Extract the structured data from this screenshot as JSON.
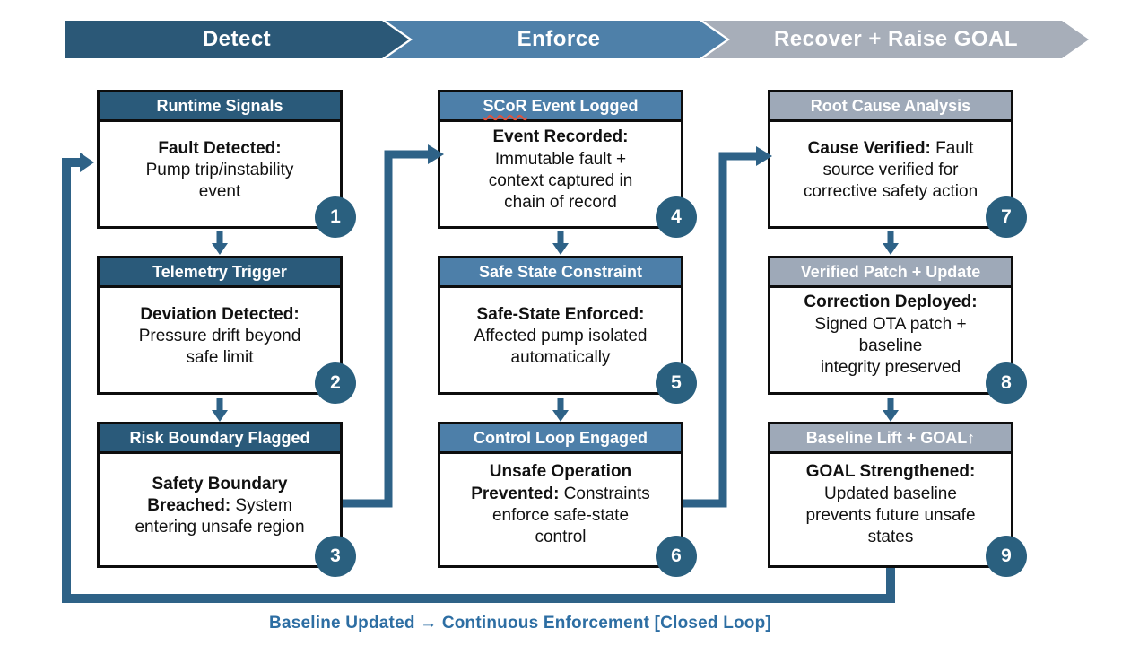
{
  "header": {
    "stages": [
      {
        "label": "Detect",
        "color": "#2b5877"
      },
      {
        "label": "Enforce",
        "color": "#4e80a9"
      },
      {
        "label": "Recover + Raise GOAL",
        "color": "#a7aeb9"
      }
    ]
  },
  "columns": [
    {
      "stage": "Detect",
      "boxes": [
        {
          "number": "1",
          "title": "Runtime Signals",
          "bold": "Fault Detected:",
          "text": "\nPump trip/instability\nevent"
        },
        {
          "number": "2",
          "title": "Telemetry Trigger",
          "bold": "Deviation Detected:",
          "text": "\nPressure drift beyond\nsafe limit"
        },
        {
          "number": "3",
          "title": "Risk Boundary Flagged",
          "bold": "Safety Boundary\nBreached:",
          "text": " System\nentering unsafe region"
        }
      ]
    },
    {
      "stage": "Enforce",
      "boxes": [
        {
          "number": "4",
          "title_prefix": "SCoR",
          "title_rest": " Event Logged",
          "bold": "Event Recorded:",
          "text": "\nImmutable fault +\ncontext captured in\nchain of record"
        },
        {
          "number": "5",
          "title": "Safe State Constraint",
          "bold": "Safe-State Enforced:",
          "text": "\nAffected pump isolated\nautomatically"
        },
        {
          "number": "6",
          "title": "Control Loop Engaged",
          "bold": "Unsafe Operation\nPrevented:",
          "text": " Constraints\nenforce safe-state\ncontrol"
        }
      ]
    },
    {
      "stage": "Recover + Raise GOAL",
      "boxes": [
        {
          "number": "7",
          "title": "Root Cause Analysis",
          "bold": "Cause Verified:",
          "text": " Fault\nsource verified for\ncorrective safety action"
        },
        {
          "number": "8",
          "title": "Verified Patch + Update",
          "bold": "Correction Deployed:",
          "text": "\nSigned OTA patch +\nbaseline\nintegrity preserved"
        },
        {
          "number": "9",
          "title": "Baseline Lift + GOAL↑",
          "bold": "GOAL Strengthened:",
          "text": "\nUpdated baseline\nprevents future unsafe\nstates"
        }
      ]
    }
  ],
  "footer": {
    "caption": "Baseline Updated → Continuous Enforcement [Closed Loop]"
  },
  "colors": {
    "stage_detect": "#2b5877",
    "stage_enforce": "#4e80a9",
    "stage_recover": "#a7aeb9",
    "box_header_dark": "#2a5a7a",
    "box_header_blue": "#4d7fa9",
    "box_header_gray": "#9ea9b8",
    "badge": "#2a607f",
    "connector": "#2e6287",
    "caption_text": "#2d6ea3"
  }
}
